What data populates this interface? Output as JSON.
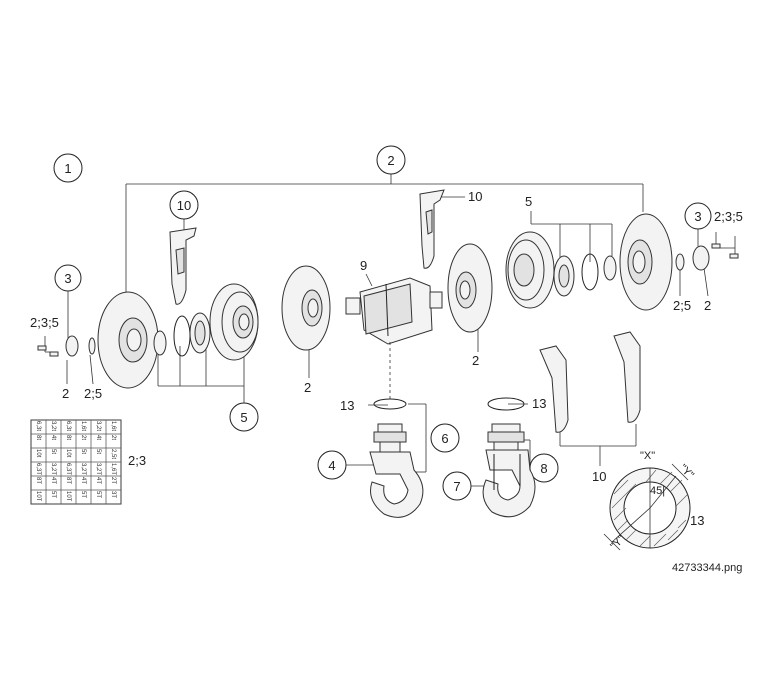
{
  "callouts": {
    "c1": "1",
    "c2": "2",
    "c3_left": "3",
    "c3_right": "3",
    "c4": "4",
    "c5_left": "5",
    "c6": "6",
    "c7": "7",
    "c8": "8",
    "c10_left": "10"
  },
  "labels": {
    "l10_top": "10",
    "l5_top": "5",
    "l9": "9",
    "l235_left": "2;3;5",
    "l235_right": "2;3;5",
    "l2_left_a": "2",
    "l25_left": "2;5",
    "l2_mid": "2",
    "l2_center": "2",
    "l25_right": "2;5",
    "l2_right": "2",
    "l13_left": "13",
    "l13_right": "13",
    "l13_section": "13",
    "l10_bottom": "10",
    "l23_table": "2;3",
    "sec_x": "\"X\"",
    "sec_y1": "\"Y\"",
    "sec_y2": "\"Y\"",
    "sec_angle": "45|"
  },
  "filename": "42733344.png",
  "capacity_table": [
    [
      "1,6t",
      "2t",
      "2,5t",
      "1,6T",
      "2T",
      "3T"
    ],
    [
      "3,2t",
      "4t",
      "5t",
      "3,2T",
      "4T",
      "5T"
    ],
    [
      "1,6t",
      "2t",
      "5t",
      "3,2T",
      "4T",
      "5T"
    ],
    [
      "6,3t",
      "8t",
      "10t",
      "6,3T",
      "8T",
      "10T"
    ],
    [
      "3,2t",
      "4t",
      "5t",
      "3,2T",
      "4T",
      "5T"
    ],
    [
      "6,3t",
      "8t",
      "10t",
      "6,3T",
      "8T",
      "10T"
    ]
  ]
}
